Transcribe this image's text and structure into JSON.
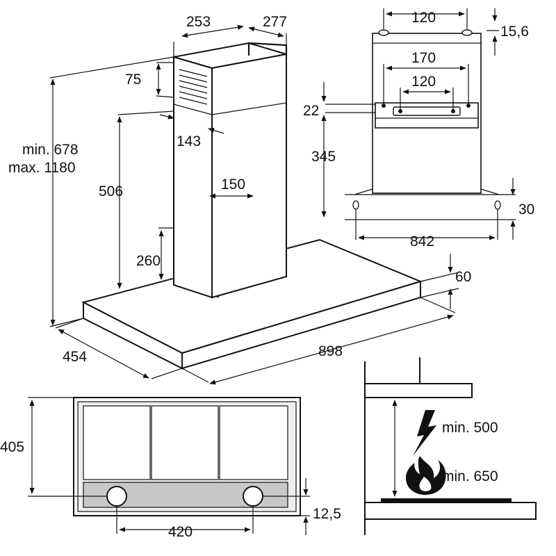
{
  "colors": {
    "line": "#111111",
    "panel": "#eeeeee",
    "panel_dark": "#c8c8c8",
    "flame": "#111111"
  },
  "icons": [
    "lightning-icon",
    "flame-icon"
  ],
  "main_view": {
    "chimney_depth": "253",
    "chimney_width": "277",
    "chimney_offset": "75",
    "chimney_lower": "143",
    "height_min": "min. 678",
    "height_max": "max. 1180",
    "chimney_height": "506",
    "duct_diameter": "150",
    "motor_height": "260",
    "canopy_thickness": "60",
    "canopy_depth": "454",
    "canopy_width": "898"
  },
  "bracket_view": {
    "top_holes": "120",
    "top_offset": "15,6",
    "outer_holes": "170",
    "inner_holes": "120",
    "bracket_offset": "22",
    "bracket_drop": "345",
    "side_gap": "30",
    "canopy_holes": "842"
  },
  "bottom_view": {
    "depth": "405",
    "hole_spacing": "420",
    "hole_offset": "12,5"
  },
  "clearance_view": {
    "electric_label": "min. 500",
    "gas_label": "min. 650"
  }
}
